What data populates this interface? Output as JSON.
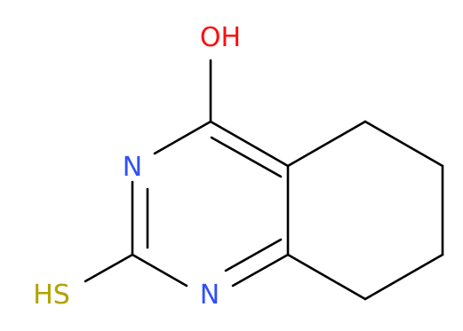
{
  "molecule": {
    "atoms": {
      "hydroxyl": {
        "label": "OH",
        "color": "#ff0d0d"
      },
      "n3": {
        "label": "N",
        "color": "#3050f8"
      },
      "n1": {
        "label": "N",
        "color": "#3050f8"
      },
      "thiol": {
        "label": "HS",
        "color": "#b2a200"
      }
    },
    "bond_color": "#000000"
  }
}
